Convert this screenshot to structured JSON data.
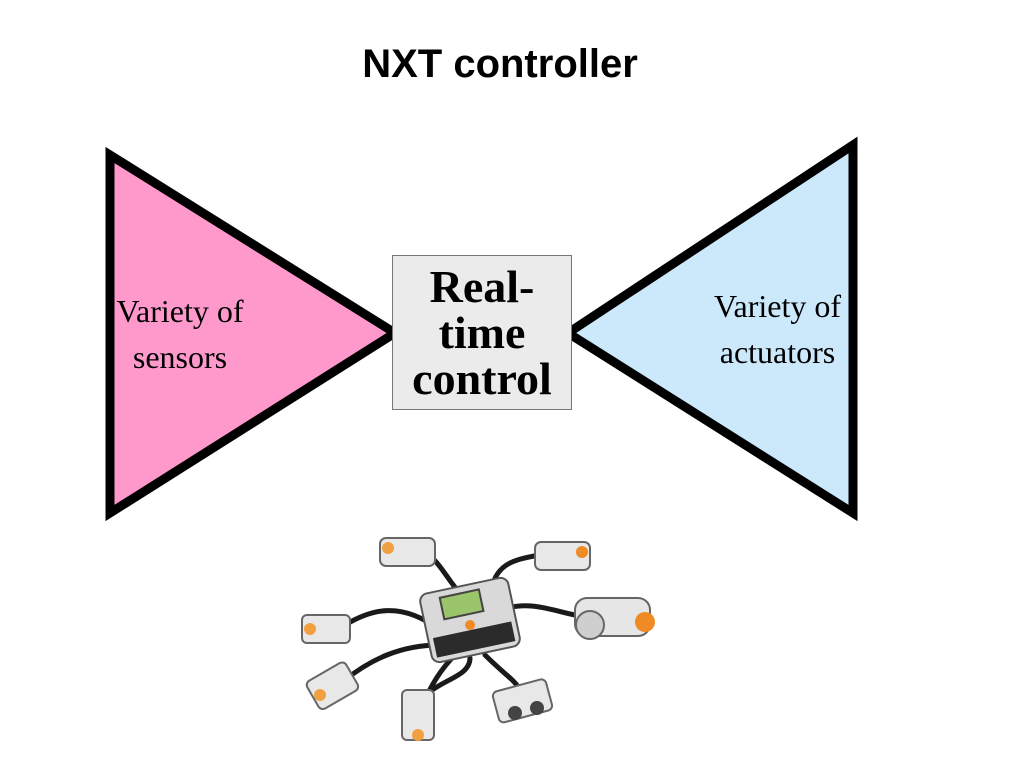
{
  "title": "NXT controller",
  "sensors_label": "Variety of sensors",
  "center_label": "Real-time control",
  "actuators_label": "Variety of actuators",
  "colors": {
    "sensors_fill": "#ff99cc",
    "actuators_fill": "#cce8fb",
    "center_fill": "#ebebeb",
    "outline": "#000000"
  },
  "image": {
    "name": "lego-nxt-brick-with-sensors-and-motors"
  }
}
